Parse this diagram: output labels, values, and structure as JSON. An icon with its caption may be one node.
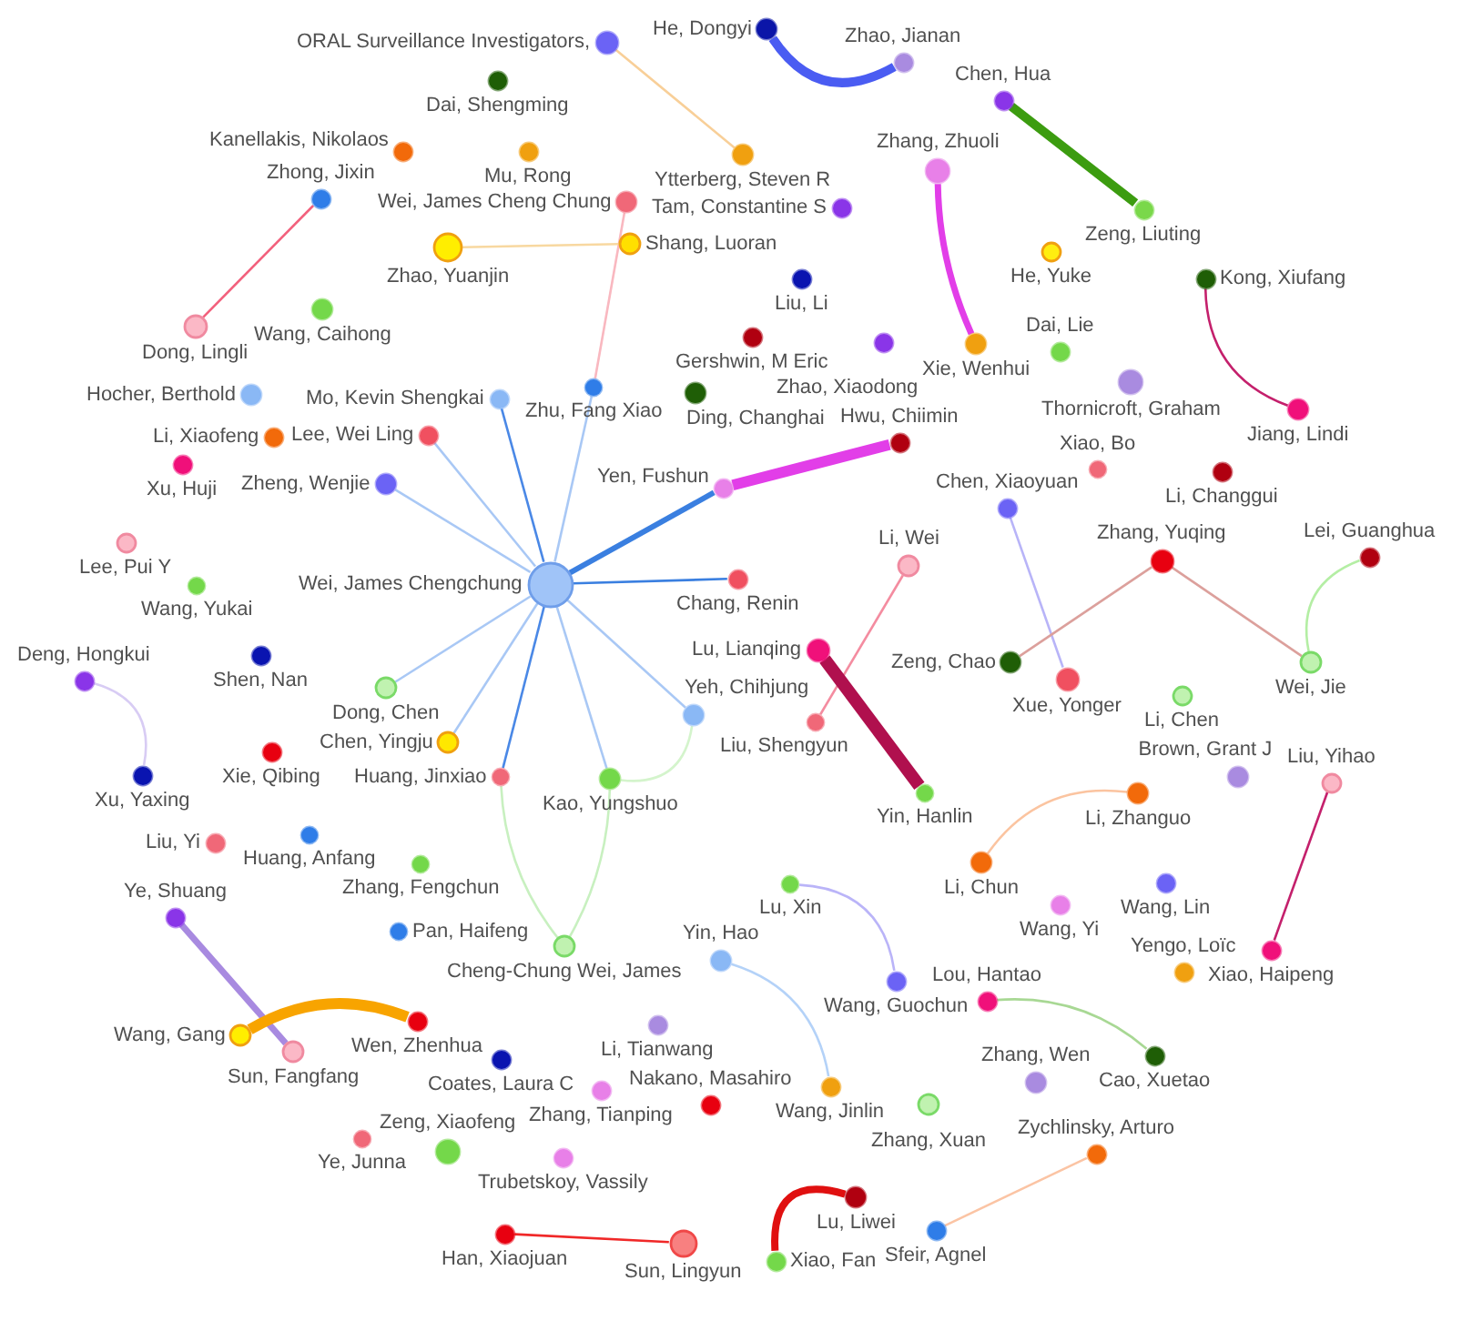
{
  "diagram": {
    "nodes": [
      {
        "text": [],
        "shape": "circle",
        "beside": [
          "ORAL Surveillance Investigators,"
        ]
      },
      {
        "text": [],
        "shape": "circle",
        "beside": [
          "He, Dongyi"
        ]
      },
      {
        "text": [],
        "shape": "circle",
        "beside": [
          "Zhao, Jianan"
        ]
      },
      {
        "text": [],
        "shape": "circle",
        "beside": [
          "Dai, Shengming"
        ]
      },
      {
        "text": [],
        "shape": "circle",
        "beside": [
          "Chen, Hua"
        ]
      },
      {
        "text": [],
        "shape": "circle",
        "beside": [
          "Kanellakis, Nikolaos"
        ]
      },
      {
        "text": [],
        "shape": "circle",
        "beside": [
          "Mu, Rong"
        ]
      },
      {
        "text": [],
        "shape": "circle",
        "beside": [
          "Ytterberg, Steven R"
        ]
      },
      {
        "text": [],
        "shape": "circle",
        "beside": [
          "Zhang, Zhuoli"
        ]
      },
      {
        "text": [],
        "shape": "circle",
        "beside": [
          "Zhong, Jixin"
        ]
      },
      {
        "text": [],
        "shape": "circle",
        "beside": [
          "Wei, James Cheng Chung"
        ]
      },
      {
        "text": [],
        "shape": "circle",
        "beside": [
          "Tam, Constantine S"
        ]
      },
      {
        "text": [],
        "shape": "circle",
        "beside": [
          "Zeng, Liuting"
        ]
      },
      {
        "text": [],
        "shape": "circle",
        "beside": [
          "Zhao, Yuanjin"
        ]
      },
      {
        "text": [],
        "shape": "circle",
        "beside": [
          "Shang, Luoran"
        ]
      },
      {
        "text": [],
        "shape": "circle",
        "beside": [
          "He, Yuke"
        ]
      },
      {
        "text": [],
        "shape": "circle",
        "beside": [
          "Liu, Li"
        ]
      },
      {
        "text": [],
        "shape": "circle",
        "beside": [
          "Kong, Xiufang"
        ]
      },
      {
        "text": [],
        "shape": "circle",
        "beside": [
          "Wang, Caihong"
        ]
      },
      {
        "text": [],
        "shape": "circle",
        "beside": [
          "Dong, Lingli"
        ]
      },
      {
        "text": [],
        "shape": "circle",
        "beside": [
          "Gershwin, M Eric"
        ]
      },
      {
        "text": [],
        "shape": "circle",
        "beside": [
          "Zhao, Xiaodong"
        ]
      },
      {
        "text": [],
        "shape": "circle",
        "beside": [
          "Xie, Wenhui"
        ]
      },
      {
        "text": [],
        "shape": "circle",
        "beside": [
          "Dai, Lie"
        ]
      },
      {
        "text": [],
        "shape": "circle",
        "beside": [
          "Thornicroft, Graham"
        ]
      },
      {
        "text": [],
        "shape": "circle",
        "beside": [
          "Hocher, Berthold"
        ]
      },
      {
        "text": [],
        "shape": "circle",
        "beside": [
          "Zhu, Fang Xiao"
        ]
      },
      {
        "text": [],
        "shape": "circle",
        "beside": [
          "Mo, Kevin Shengkai"
        ]
      },
      {
        "text": [],
        "shape": "circle",
        "beside": [
          "Ding, Changhai"
        ]
      },
      {
        "text": [],
        "shape": "circle",
        "beside": [
          "Jiang, Lindi"
        ]
      },
      {
        "text": [],
        "shape": "circle",
        "beside": [
          "Li, Xiaofeng"
        ]
      },
      {
        "text": [],
        "shape": "circle",
        "beside": [
          "Lee, Wei Ling"
        ]
      },
      {
        "text": [],
        "shape": "circle",
        "beside": [
          "Hwu, Chiimin"
        ]
      },
      {
        "text": [],
        "shape": "circle",
        "beside": [
          "Xu, Huji"
        ]
      },
      {
        "text": [],
        "shape": "circle",
        "beside": [
          "Xiao, Bo"
        ]
      },
      {
        "text": [],
        "shape": "circle",
        "beside": [
          "Li, Changgui"
        ]
      },
      {
        "text": [],
        "shape": "circle",
        "beside": [
          "Yen, Fushun"
        ]
      },
      {
        "text": [],
        "shape": "circle",
        "beside": [
          "Chen, Xiaoyuan"
        ]
      },
      {
        "text": [],
        "shape": "circle",
        "beside": [
          "Zheng, Wenjie"
        ]
      },
      {
        "text": [],
        "shape": "circle",
        "beside": [
          "Lee, Pui Y"
        ]
      },
      {
        "text": [],
        "shape": "circle",
        "beside": [
          "Zhang, Yuqing"
        ]
      },
      {
        "text": [],
        "shape": "circle",
        "beside": [
          "Lei, Guanghua"
        ]
      },
      {
        "text": [],
        "shape": "circle",
        "beside": [
          "Li, Wei"
        ]
      },
      {
        "text": [],
        "shape": "circle",
        "beside": [
          "Chang, Renin"
        ]
      },
      {
        "text": [],
        "shape": "circle",
        "beside": [
          "Wei, James Chengchung"
        ]
      },
      {
        "text": [],
        "shape": "circle",
        "beside": [
          "Wang, Yukai"
        ]
      },
      {
        "text": [],
        "shape": "circle",
        "beside": [
          "Dong, Chen"
        ]
      },
      {
        "text": [],
        "shape": "circle",
        "beside": [
          "Lu, Lianqing"
        ]
      },
      {
        "text": [],
        "shape": "circle",
        "beside": [
          "Shen, Nan"
        ]
      },
      {
        "text": [],
        "shape": "circle",
        "beside": [
          "Zeng, Chao"
        ]
      },
      {
        "text": [],
        "shape": "circle",
        "beside": [
          "Wei, Jie"
        ]
      },
      {
        "text": [],
        "shape": "circle",
        "beside": [
          "Xue, Yonger"
        ]
      },
      {
        "text": [],
        "shape": "circle",
        "beside": [
          "Deng, Hongkui"
        ]
      },
      {
        "text": [],
        "shape": "circle",
        "beside": [
          "Li, Chen"
        ]
      },
      {
        "text": [],
        "shape": "circle",
        "beside": [
          "Chen, Yingju"
        ]
      },
      {
        "text": [],
        "shape": "circle",
        "beside": [
          "Yeh, Chihjung"
        ]
      },
      {
        "text": [],
        "shape": "circle",
        "beside": [
          "Liu, Shengyun"
        ]
      },
      {
        "text": [],
        "shape": "circle",
        "beside": [
          "Xie, Qibing"
        ]
      },
      {
        "text": [],
        "shape": "circle",
        "beside": [
          "Xu, Yaxing"
        ]
      },
      {
        "text": [],
        "shape": "circle",
        "beside": [
          "Huang, Jinxiao"
        ]
      },
      {
        "text": [],
        "shape": "circle",
        "beside": [
          "Kao, Yungshuo"
        ]
      },
      {
        "text": [],
        "shape": "circle",
        "beside": [
          "Brown, Grant J"
        ]
      },
      {
        "text": [],
        "shape": "circle",
        "beside": [
          "Liu, Yihao"
        ]
      },
      {
        "text": [],
        "shape": "circle",
        "beside": [
          "Li, Zhanguo"
        ]
      },
      {
        "text": [],
        "shape": "circle",
        "beside": [
          "Yin, Hanlin"
        ]
      },
      {
        "text": [],
        "shape": "circle",
        "beside": [
          "Huang, Anfang"
        ]
      },
      {
        "text": [],
        "shape": "circle",
        "beside": [
          "Liu, Yi"
        ]
      },
      {
        "text": [],
        "shape": "circle",
        "beside": [
          "Li, Chun"
        ]
      },
      {
        "text": [],
        "shape": "circle",
        "beside": [
          "Zhang, Fengchun"
        ]
      },
      {
        "text": [],
        "shape": "circle",
        "beside": [
          "Wang, Lin"
        ]
      },
      {
        "text": [],
        "shape": "circle",
        "beside": [
          "Lu, Xin"
        ]
      },
      {
        "text": [],
        "shape": "circle",
        "beside": [
          "Wang, Yi"
        ]
      },
      {
        "text": [],
        "shape": "circle",
        "beside": [
          "Ye, Shuang"
        ]
      },
      {
        "text": [],
        "shape": "circle",
        "beside": [
          "Pan, Haifeng"
        ]
      },
      {
        "text": [],
        "shape": "circle",
        "beside": [
          "Cheng-Chung Wei, James"
        ]
      },
      {
        "text": [],
        "shape": "circle",
        "beside": [
          "Xiao, Haipeng"
        ]
      },
      {
        "text": [],
        "shape": "circle",
        "beside": [
          "Yin, Hao"
        ]
      },
      {
        "text": [],
        "shape": "circle",
        "beside": [
          "Yengo, Loïc"
        ]
      },
      {
        "text": [],
        "shape": "circle",
        "beside": [
          "Wang, Guochun"
        ]
      },
      {
        "text": [],
        "shape": "circle",
        "beside": [
          "Lou, Hantao"
        ]
      },
      {
        "text": [],
        "shape": "circle",
        "beside": [
          "Wen, Zhenhua"
        ]
      },
      {
        "text": [],
        "shape": "circle",
        "beside": [
          "Li, Tianwang"
        ]
      },
      {
        "text": [],
        "shape": "circle",
        "beside": [
          "Wang, Gang"
        ]
      },
      {
        "text": [],
        "shape": "circle",
        "beside": [
          "Sun, Fangfang"
        ]
      },
      {
        "text": [],
        "shape": "circle",
        "beside": [
          "Cao, Xuetao"
        ]
      },
      {
        "text": [],
        "shape": "circle",
        "beside": [
          "Coates, Laura C"
        ]
      },
      {
        "text": [],
        "shape": "circle",
        "beside": [
          "Zhang, Wen"
        ]
      },
      {
        "text": [],
        "shape": "circle",
        "beside": [
          "Wang, Jinlin"
        ]
      },
      {
        "text": [],
        "shape": "circle",
        "beside": [
          "Zhang, Tianping"
        ]
      },
      {
        "text": [],
        "shape": "circle",
        "beside": [
          "Nakano, Masahiro"
        ]
      },
      {
        "text": [],
        "shape": "circle",
        "beside": [
          "Zhang, Xuan"
        ]
      },
      {
        "text": [],
        "shape": "circle",
        "beside": [
          "Ye, Junna"
        ]
      },
      {
        "text": [],
        "shape": "circle",
        "beside": [
          "Zeng, Xiaofeng"
        ]
      },
      {
        "text": [],
        "shape": "circle",
        "beside": [
          "Trubetskoy, Vassily"
        ]
      },
      {
        "text": [],
        "shape": "circle",
        "beside": [
          "Zychlinsky, Arturo"
        ]
      },
      {
        "text": [],
        "shape": "circle",
        "beside": [
          "Lu, Liwei"
        ]
      },
      {
        "text": [],
        "shape": "circle",
        "beside": [
          "Sfeir, Agnel"
        ]
      },
      {
        "text": [],
        "shape": "circle",
        "beside": [
          "Han, Xiaojuan"
        ]
      },
      {
        "text": [],
        "shape": "circle",
        "beside": [
          "Sun, Lingyun"
        ]
      },
      {
        "text": [],
        "shape": "circle",
        "beside": [
          "Xiao, Fan"
        ]
      }
    ],
    "edges": [
      {
        "from": 0,
        "to": 7,
        "arrow": "none",
        "color": "#f8cf98"
      },
      {
        "from": 1,
        "to": 2,
        "arrow": "none",
        "style": "thick",
        "color": "#4a5cf2"
      },
      {
        "from": 4,
        "to": 12,
        "arrow": "none",
        "style": "thick",
        "color": "#3c9c10"
      },
      {
        "from": 8,
        "to": 22,
        "arrow": "none",
        "style": "thick",
        "color": "#e23ee8"
      },
      {
        "from": 9,
        "to": 19,
        "arrow": "none",
        "color": "#f2607c"
      },
      {
        "from": 10,
        "to": 26,
        "arrow": "none",
        "color": "#f9b8c0"
      },
      {
        "from": 13,
        "to": 14,
        "arrow": "none",
        "color": "#f8d8a0"
      },
      {
        "from": 17,
        "to": 29,
        "arrow": "none",
        "color": "#c4206c"
      },
      {
        "from": 32,
        "to": 36,
        "arrow": "none",
        "style": "thick",
        "color": "#e23ee8"
      },
      {
        "from": 37,
        "to": 51,
        "arrow": "none",
        "color": "#b8b4f8"
      },
      {
        "from": 40,
        "to": 49,
        "arrow": "none",
        "color": "#dca09c"
      },
      {
        "from": 40,
        "to": 50,
        "arrow": "none",
        "color": "#dca09c"
      },
      {
        "from": 41,
        "to": 50,
        "arrow": "none",
        "color": "#b4eea4"
      },
      {
        "from": 42,
        "to": 56,
        "arrow": "none",
        "color": "#f48ca0"
      },
      {
        "from": 44,
        "to": 26,
        "arrow": "none"
      },
      {
        "from": 44,
        "to": 27,
        "arrow": "none",
        "color": "#4a88e6"
      },
      {
        "from": 44,
        "to": 31,
        "arrow": "none"
      },
      {
        "from": 44,
        "to": 36,
        "arrow": "none",
        "style": "thick",
        "color": "#3a7fe0"
      },
      {
        "from": 44,
        "to": 38,
        "arrow": "none"
      },
      {
        "from": 44,
        "to": 43,
        "arrow": "none",
        "color": "#3a7fe0"
      },
      {
        "from": 44,
        "to": 46,
        "arrow": "none"
      },
      {
        "from": 44,
        "to": 54,
        "arrow": "none"
      },
      {
        "from": 44,
        "to": 55,
        "arrow": "none"
      },
      {
        "from": 44,
        "to": 59,
        "arrow": "none",
        "color": "#4a88e6"
      },
      {
        "from": 44,
        "to": 60,
        "arrow": "none"
      },
      {
        "from": 47,
        "to": 64,
        "arrow": "none",
        "style": "thick",
        "color": "#b0104e"
      },
      {
        "from": 52,
        "to": 58,
        "arrow": "none",
        "color": "#d8ccf4"
      },
      {
        "from": 55,
        "to": 60,
        "arrow": "none",
        "color": "#d4f4cc"
      },
      {
        "from": 59,
        "to": 74,
        "arrow": "none",
        "color": "#c8f0c0"
      },
      {
        "from": 60,
        "to": 74,
        "arrow": "none",
        "color": "#c8f0c0"
      },
      {
        "from": 62,
        "to": 75,
        "arrow": "none",
        "color": "#c4206c"
      },
      {
        "from": 63,
        "to": 67,
        "arrow": "none",
        "color": "#fbc4a0"
      },
      {
        "from": 70,
        "to": 78,
        "arrow": "none",
        "color": "#bab4f8"
      },
      {
        "from": 72,
        "to": 83,
        "arrow": "none",
        "style": "thick",
        "color": "#a88ae0"
      },
      {
        "from": 76,
        "to": 87,
        "arrow": "none",
        "color": "#b4d2f8"
      },
      {
        "from": 79,
        "to": 84,
        "arrow": "none",
        "color": "#a8d894"
      },
      {
        "from": 80,
        "to": 82,
        "arrow": "none",
        "style": "thick",
        "color": "#f8a400"
      },
      {
        "from": 94,
        "to": 96,
        "arrow": "none",
        "color": "#fbc4a4"
      },
      {
        "from": 95,
        "to": 99,
        "arrow": "none",
        "style": "thick",
        "color": "#e01010"
      },
      {
        "from": 97,
        "to": 98,
        "arrow": "none",
        "color": "#f02828"
      }
    ]
  }
}
